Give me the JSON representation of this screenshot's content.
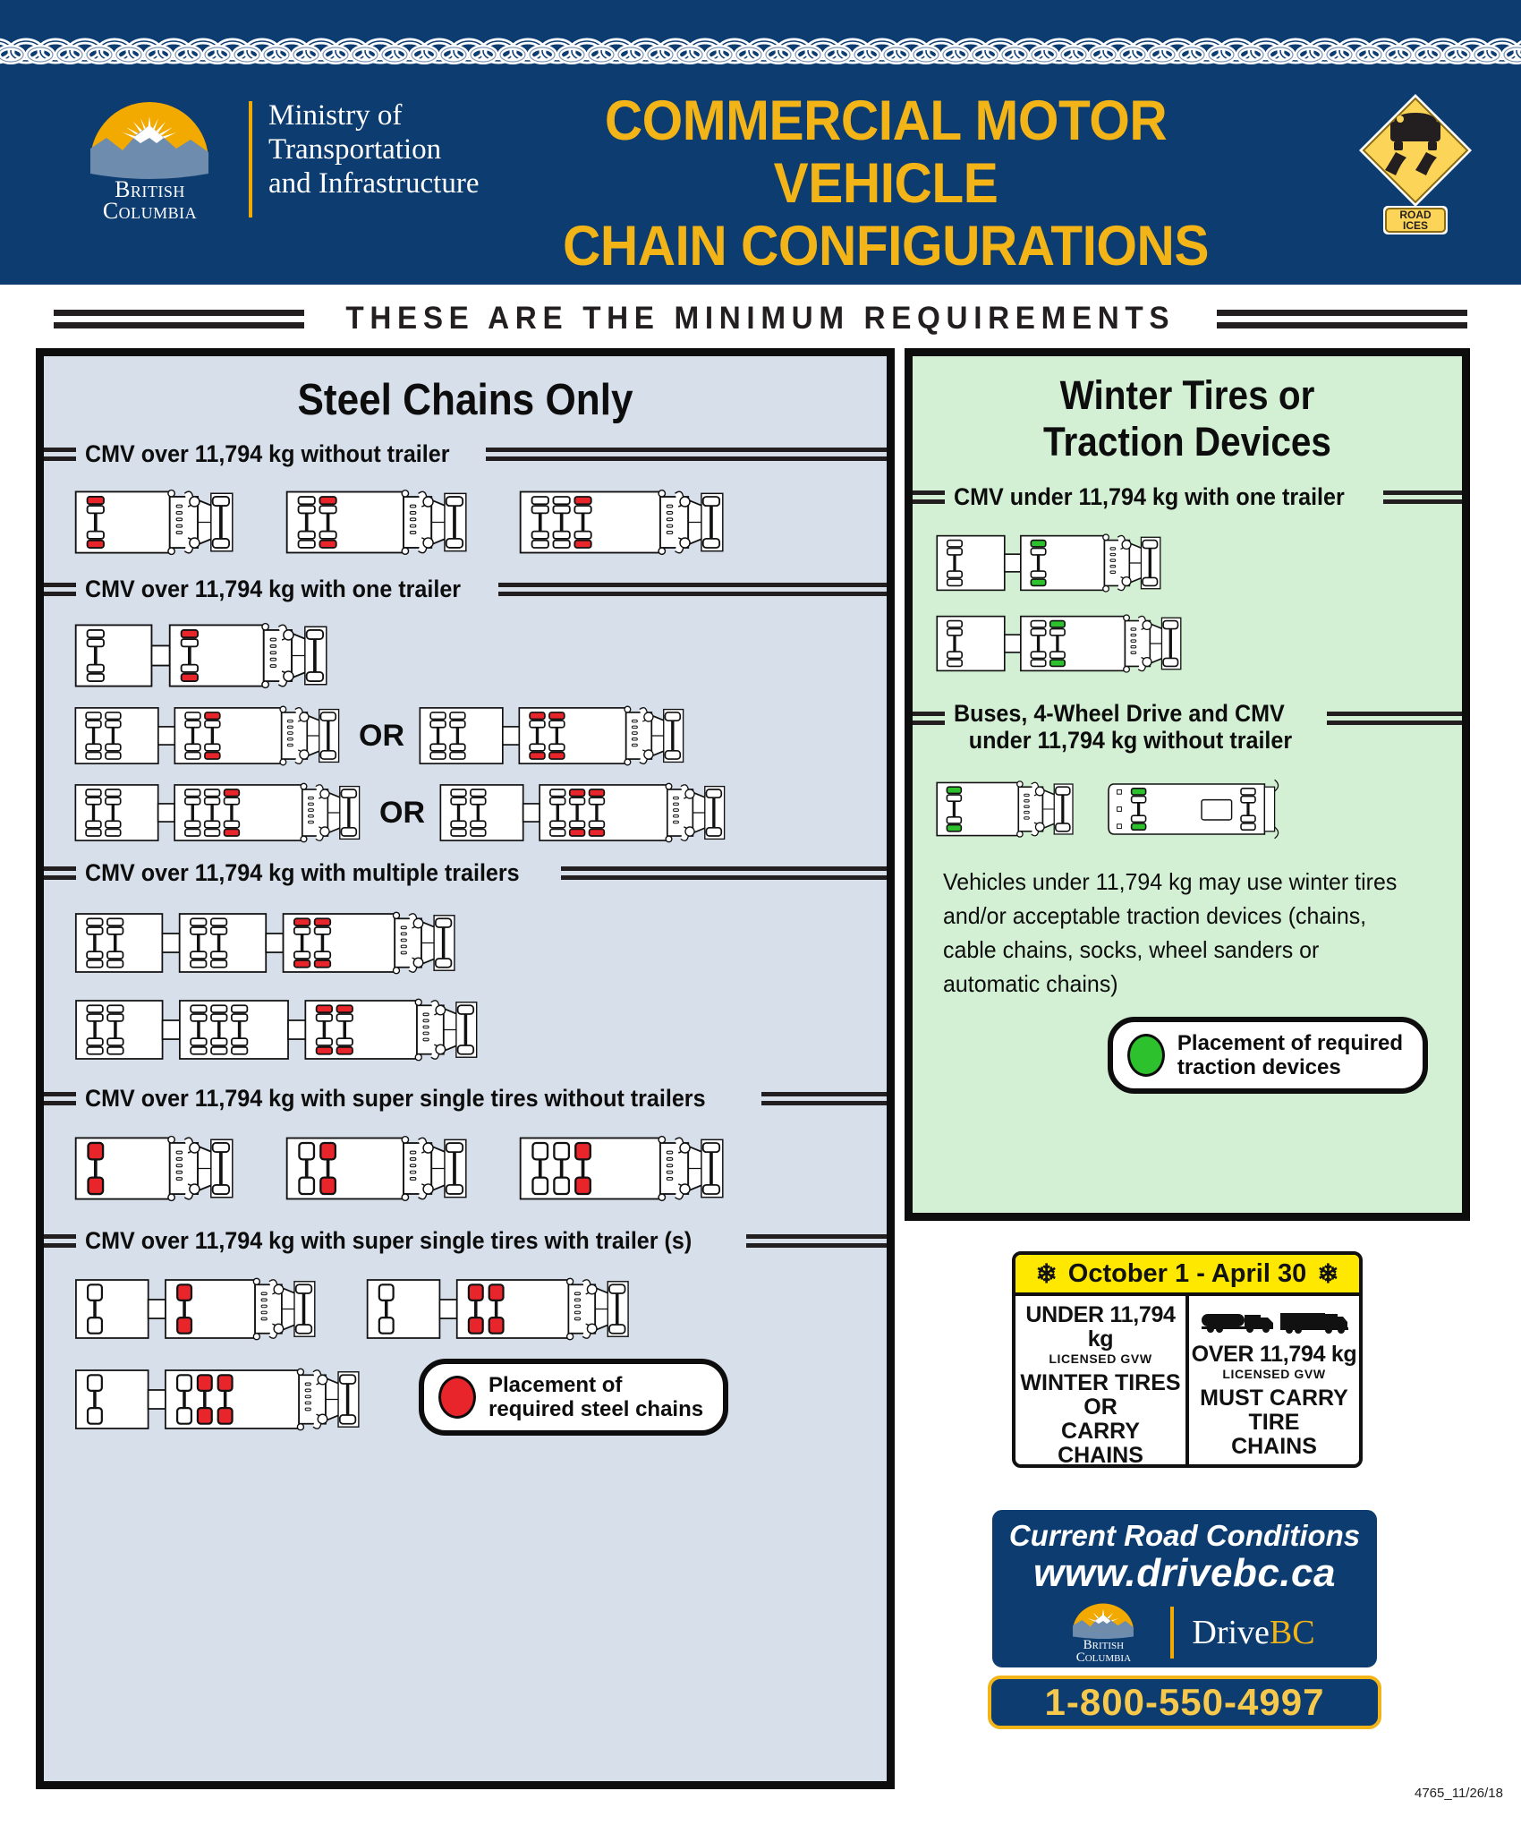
{
  "header": {
    "bc_wordmark_line1": "British",
    "bc_wordmark_line2": "Columbia",
    "ministry_line1": "Ministry of",
    "ministry_line2": "Transportation",
    "ministry_line3": "and Infrastructure",
    "title_line1": "COMMERCIAL MOTOR VEHICLE",
    "title_line2": "CHAIN CONFIGURATIONS",
    "road_sign_line1": "ROAD",
    "road_sign_line2": "ICES",
    "colors": {
      "navy": "#0c3c70",
      "gold": "#f2b417",
      "sign_yellow": "#fcd458"
    }
  },
  "banner": {
    "text": "THESE ARE THE MINIMUM REQUIREMENTS"
  },
  "left_panel": {
    "title": "Steel Chains Only",
    "background": "#d7dfea",
    "sections": [
      {
        "label": "CMV over 11,794 kg without trailer"
      },
      {
        "label": "CMV over 11,794 kg with one trailer"
      },
      {
        "label": "CMV over 11,794 kg with multiple trailers"
      },
      {
        "label": "CMV over 11,794 kg with super single tires without trailers"
      },
      {
        "label": "CMV over 11,794 kg with super single tires with trailer (s)"
      }
    ],
    "or_label": "OR",
    "legend": {
      "line1": "Placement of",
      "line2": "required steel chains",
      "color": "#e8252a"
    }
  },
  "right_panel": {
    "title_line1": "Winter Tires or",
    "title_line2": "Traction Devices",
    "background": "#d3f0d4",
    "sections": [
      {
        "label": "CMV under 11,794 kg with one trailer"
      },
      {
        "label_line1": "Buses, 4-Wheel Drive and CMV",
        "label_line2": "under 11,794 kg without trailer"
      }
    ],
    "note": "Vehicles under 11,794 kg may use winter tires and/or acceptable traction devices (chains, cable chains, socks, wheel sanders or automatic chains)",
    "legend": {
      "line1": "Placement of required",
      "line2": "traction devices",
      "color": "#2ec12e"
    }
  },
  "season_sign": {
    "band": "October 1 - April 30",
    "left": {
      "weight": "UNDER 11,794 kg",
      "gvw": "LICENSED GVW",
      "requirement_line1": "WINTER TIRES",
      "requirement_line2": "OR",
      "requirement_line3": "CARRY CHAINS"
    },
    "right": {
      "weight": "OVER 11,794 kg",
      "gvw": "LICENSED GVW",
      "requirement_line1": "MUST CARRY",
      "requirement_line2": "TIRE",
      "requirement_line3": "CHAINS"
    }
  },
  "drivebc": {
    "heading": "Current Road Conditions",
    "url": "www.drivebc.ca",
    "bc_wordmark_line1": "British",
    "bc_wordmark_line2": "Columbia",
    "brand_drive": "Drive",
    "brand_bc": "BC",
    "phone": "1-800-550-4997"
  },
  "footer": {
    "doc_id": "4765_11/26/18"
  }
}
